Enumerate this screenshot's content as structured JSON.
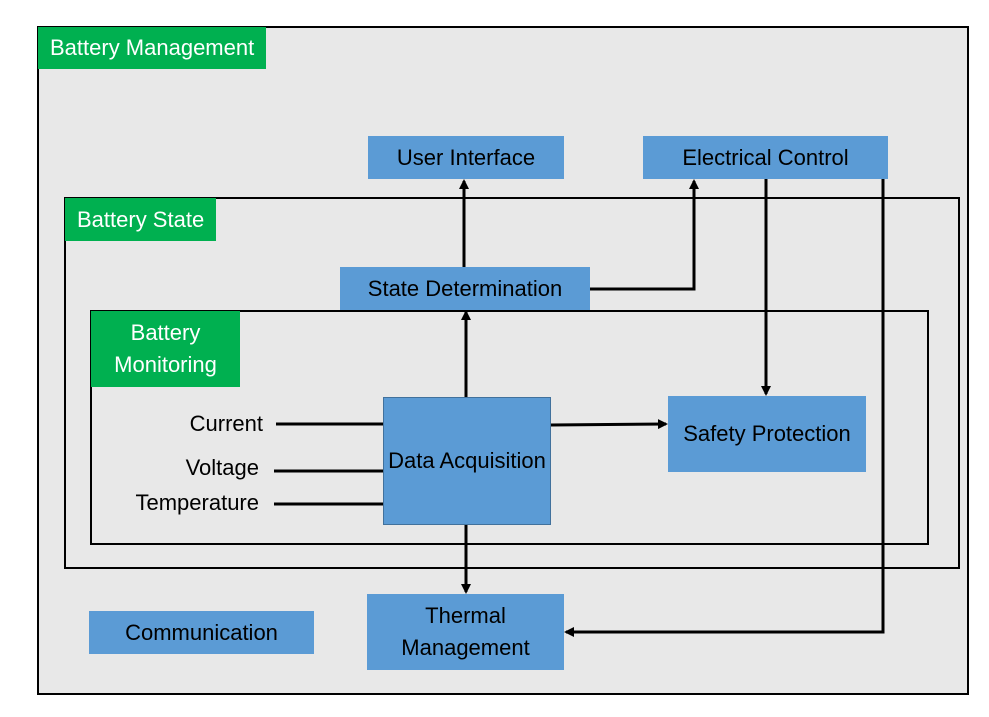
{
  "containers": {
    "battery_management": "Battery Management",
    "battery_state": "Battery State",
    "battery_monitoring": "Battery Monitoring"
  },
  "blocks": {
    "user_interface": "User Interface",
    "electrical_control": "Electrical Control",
    "state_determination": "State Determination",
    "data_acquisition": "Data Acquisition",
    "safety_protection": "Safety Protection",
    "thermal_management": "Thermal Management",
    "communication": "Communication"
  },
  "inputs": {
    "current": "Current",
    "voltage": "Voltage",
    "temperature": "Temperature"
  },
  "colors": {
    "container_tag": "#00b050",
    "block_fill": "#5b9bd5",
    "background": "#e8e8e8",
    "line": "#000000"
  }
}
